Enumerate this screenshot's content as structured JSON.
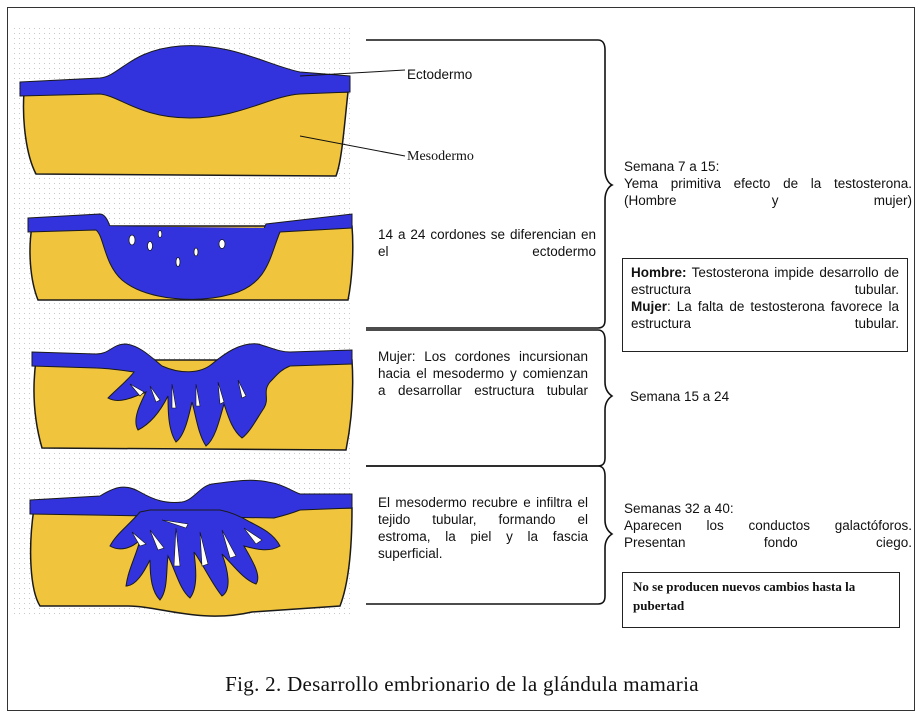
{
  "labels": {
    "ectodermo": "Ectodermo",
    "mesodermo": "Mesodermo"
  },
  "stages": [
    {
      "text": "14 a 24 cordones se diferencian en el ectodermo"
    },
    {
      "text": "Mujer: Los cordones incursionan hacia el mesodermo y comienzan a desarrollar estructura tubular"
    },
    {
      "text": "El mesodermo recubre e infiltra el tejido tubular, formando el estroma, la piel y la fascia superficial."
    }
  ],
  "periods": [
    {
      "title": "Semana 7 a 15:",
      "body": "Yema primitiva efecto de la testosterona. (Hombre y mujer)"
    },
    {
      "title": "Semana 15 a 24",
      "body": ""
    },
    {
      "title": "Semanas 32 a 40:",
      "body": "Aparecen los conductos galactóforos. Presentan fondo ciego."
    }
  ],
  "sex_box": {
    "male_label": "Hombre:",
    "male_text": "Testosterona impide desarrollo de estructura tubular.",
    "female_label": "Mujer",
    "female_text": ": La falta de testosterona favorece la estructura tubular."
  },
  "note": "No se producen nuevos cambios hasta la pubertad",
  "caption": "Fig. 2. Desarrollo embrionario de la glándula mamaria",
  "colors": {
    "ectoderm": "#3333dd",
    "mesoderm": "#f0c43c",
    "outline": "#1a1a1a"
  }
}
